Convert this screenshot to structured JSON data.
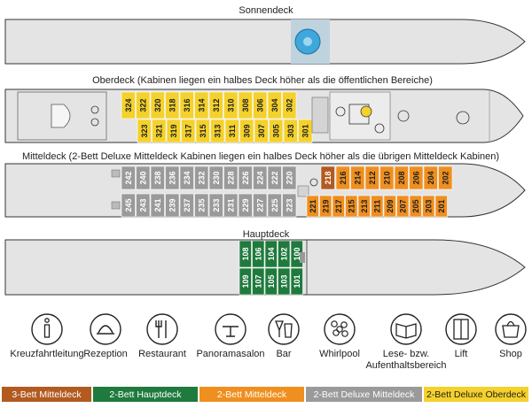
{
  "colors": {
    "hull": "#e4e4e4",
    "hull_stroke": "#333333",
    "yellow": "#f4d12b",
    "gray": "#9a9a9a",
    "orange": "#ef8f1f",
    "brown": "#b25a1f",
    "green": "#1f7a3d"
  },
  "decks": {
    "sonnendeck": {
      "title": "Sonnendeck"
    },
    "oberdeck": {
      "title": "Oberdeck (Kabinen liegen ein halbes Deck höher als die öffentlichen Bereiche)",
      "top_row": [
        "324",
        "322",
        "320",
        "318",
        "316",
        "314",
        "312",
        "310",
        "308",
        "306",
        "304",
        "302"
      ],
      "bottom_row": [
        "323",
        "321",
        "319",
        "317",
        "315",
        "313",
        "311",
        "309",
        "307",
        "305",
        "303",
        "301"
      ]
    },
    "mitteldeck": {
      "title": "Mitteldeck (2-Bett Deluxe Mitteldeck Kabinen liegen ein halbes Deck höher als die übrigen Mitteldeck Kabinen)",
      "top_gray": [
        "242",
        "240",
        "238",
        "236",
        "234",
        "232",
        "230",
        "228",
        "226",
        "224",
        "222",
        "220"
      ],
      "top_brown": [
        "218"
      ],
      "top_orange": [
        "216",
        "214",
        "212",
        "210",
        "208",
        "206",
        "204",
        "202"
      ],
      "bottom_gray": [
        "245",
        "243",
        "241",
        "239",
        "237",
        "235",
        "233",
        "231",
        "229",
        "227",
        "225",
        "223"
      ],
      "bottom_orange": [
        "221",
        "219",
        "217",
        "215",
        "213",
        "211",
        "209",
        "207",
        "205",
        "203",
        "201"
      ]
    },
    "hauptdeck": {
      "title": "Hauptdeck",
      "top_row": [
        "108",
        "106",
        "104",
        "102",
        "100"
      ],
      "bottom_row": [
        "109",
        "107",
        "105",
        "103",
        "101"
      ]
    }
  },
  "amenities": [
    {
      "label": "Kreuzfahrtleitung",
      "icon": "info-icon"
    },
    {
      "label": "Rezeption",
      "icon": "reception-bell-icon"
    },
    {
      "label": "Restaurant",
      "icon": "restaurant-icon"
    },
    {
      "label": "Panoramasalon",
      "icon": "lounge-table-icon"
    },
    {
      "label": "Bar",
      "icon": "bar-glasses-icon"
    },
    {
      "label": "Whirlpool",
      "icon": "whirlpool-icon"
    },
    {
      "label": "Lese- bzw.",
      "label2": "Aufenthaltsbereich",
      "icon": "book-icon"
    },
    {
      "label": "Lift",
      "icon": "lift-icon"
    },
    {
      "label": "Shop",
      "icon": "shop-icon"
    }
  ],
  "legend": [
    {
      "label": "3-Bett Mitteldeck",
      "color": "#b25a1f"
    },
    {
      "label": "2-Bett Hauptdeck",
      "color": "#1f7a3d"
    },
    {
      "label": "2-Bett Mitteldeck",
      "color": "#ef8f1f"
    },
    {
      "label": "2-Bett Deluxe Mitteldeck",
      "color": "#9a9a9a"
    },
    {
      "label": "2-Bett Deluxe Oberdeck",
      "color": "#f4d12b"
    }
  ]
}
